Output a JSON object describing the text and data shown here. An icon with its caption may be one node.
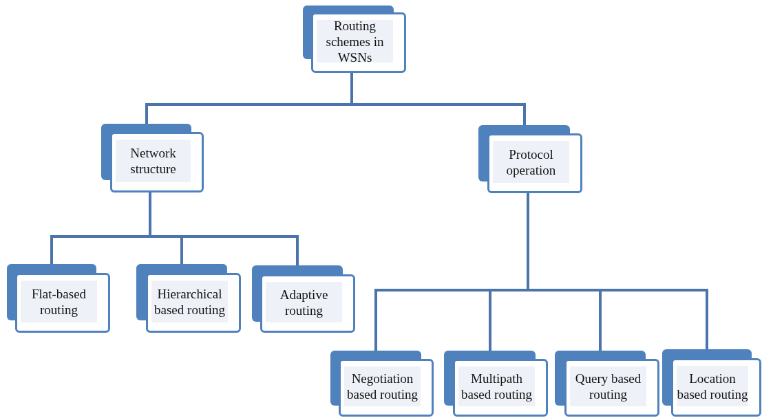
{
  "diagram": {
    "nodes": [
      {
        "text": [
          "Routing schemes in WSNs"
        ]
      },
      {
        "text": [
          "Network structure"
        ]
      },
      {
        "text": [
          "Protocol operation"
        ]
      },
      {
        "text": [
          "Flat-based routing"
        ]
      },
      {
        "text": [
          "Hierarchical based routing"
        ]
      },
      {
        "text": [
          "Adaptive routing"
        ]
      },
      {
        "text": [
          "Negotiation based routing"
        ]
      },
      {
        "text": [
          "Multipath based routing"
        ]
      },
      {
        "text": [
          "Query based routing"
        ]
      },
      {
        "text": [
          "Location based routing"
        ]
      }
    ],
    "edges": [
      {
        "from": 0,
        "to": 1,
        "arrow": "none"
      },
      {
        "from": 0,
        "to": 2,
        "arrow": "none"
      },
      {
        "from": 1,
        "to": 3,
        "arrow": "none"
      },
      {
        "from": 1,
        "to": 4,
        "arrow": "none"
      },
      {
        "from": 1,
        "to": 5,
        "arrow": "none"
      },
      {
        "from": 2,
        "to": 6,
        "arrow": "none"
      },
      {
        "from": 2,
        "to": 7,
        "arrow": "none"
      },
      {
        "from": 2,
        "to": 8,
        "arrow": "none"
      },
      {
        "from": 2,
        "to": 9,
        "arrow": "none"
      }
    ]
  }
}
